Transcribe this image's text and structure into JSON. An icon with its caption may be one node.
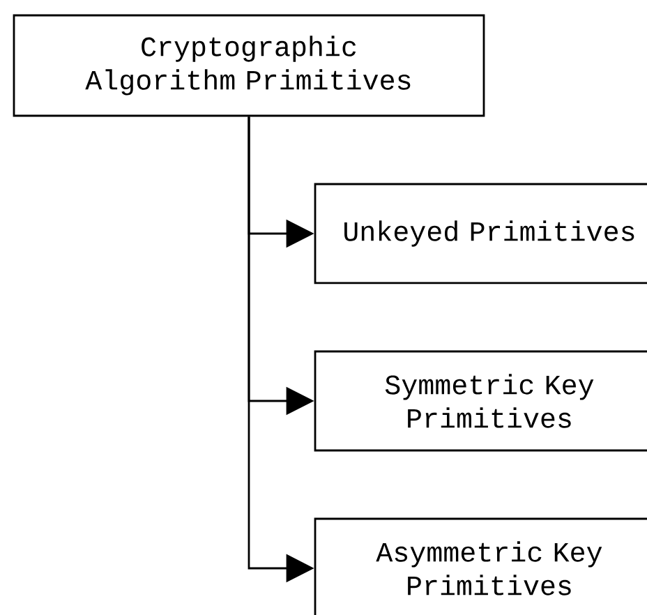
{
  "diagram": {
    "nodes": [
      {
        "text": [
          "Cryptographic Algorithm Primitives"
        ]
      },
      {
        "text": [
          "Unkeyed Primitives"
        ]
      },
      {
        "text": [
          "Symmetric Key Primitives"
        ]
      },
      {
        "text": [
          "Asymmetric Key Primitives"
        ]
      }
    ],
    "edges": [
      {
        "from": 0,
        "to": 1,
        "arrow": "to"
      },
      {
        "from": 0,
        "to": 2,
        "arrow": "to"
      },
      {
        "from": 0,
        "to": 3,
        "arrow": "to"
      }
    ]
  }
}
